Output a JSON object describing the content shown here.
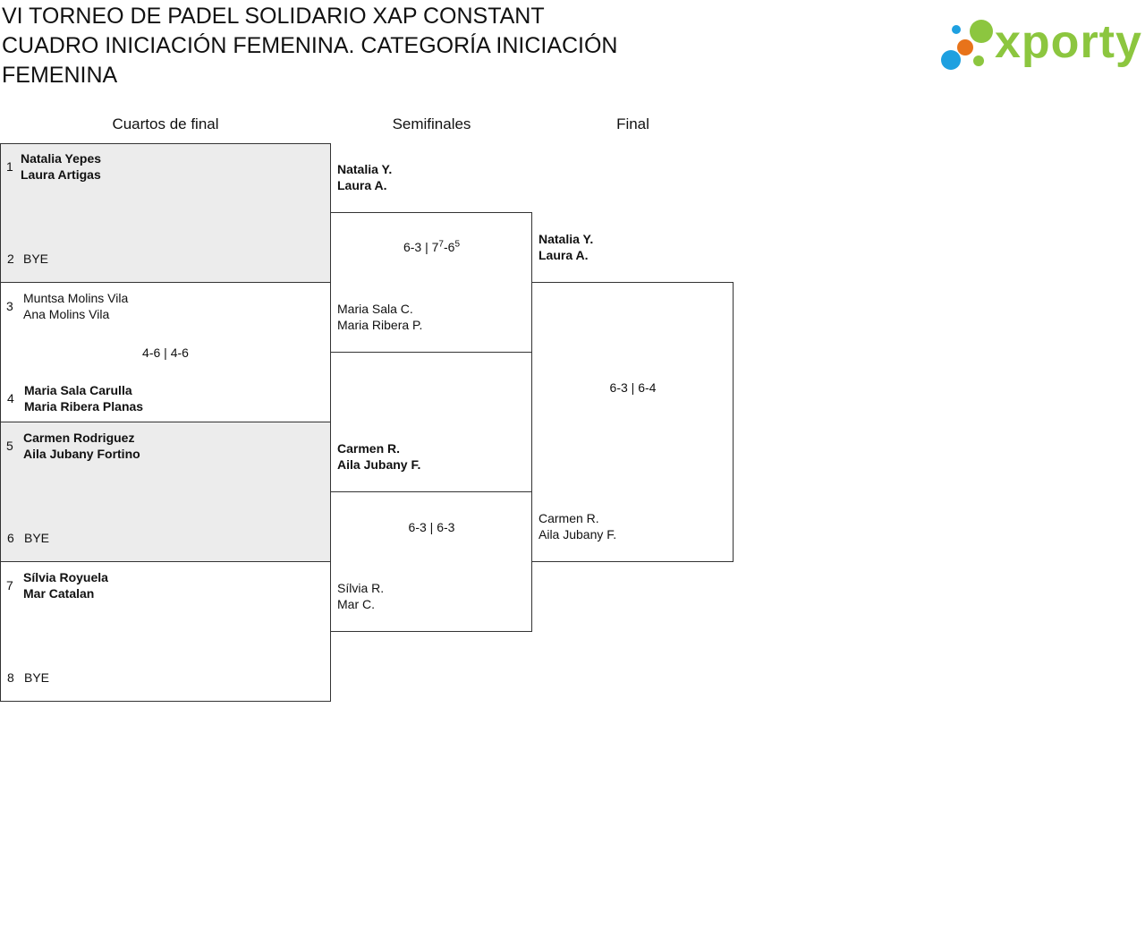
{
  "title": {
    "line1": "VI TORNEO DE PADEL SOLIDARIO XAP CONSTANT",
    "line2": "CUADRO INICIACIÓN FEMENINA. CATEGORÍA INICIACIÓN FEMENINA"
  },
  "logo": {
    "text": "xporty"
  },
  "rounds": [
    "Cuartos de final",
    "Semifinales",
    "Final"
  ],
  "quarterfinals": [
    {
      "seed": "1",
      "names": [
        "Natalia Yepes",
        "Laura Artigas"
      ]
    },
    {
      "seed": "2",
      "names": [
        "BYE"
      ]
    },
    {
      "seed": "3",
      "names": [
        "Muntsa Molins Vila",
        "Ana Molins Vila"
      ]
    },
    {
      "seed": "4",
      "names": [
        "Maria Sala Carulla",
        "Maria Ribera Planas"
      ]
    },
    {
      "seed": "5",
      "names": [
        "Carmen Rodriguez",
        "Aila Jubany Fortino"
      ]
    },
    {
      "seed": "6",
      "names": [
        "BYE"
      ]
    },
    {
      "seed": "7",
      "names": [
        "Sílvia Royuela",
        "Mar Catalan"
      ]
    },
    {
      "seed": "8",
      "names": [
        "BYE"
      ]
    }
  ],
  "qf_scores": {
    "match2": "4-6 | 4-6"
  },
  "semifinals": [
    {
      "names": [
        "Natalia Y.",
        "Laura A."
      ]
    },
    {
      "names": [
        "Maria Sala C.",
        "Maria Ribera P."
      ]
    },
    {
      "names": [
        "Carmen R.",
        "Aila Jubany F."
      ]
    },
    {
      "names": [
        "Sílvia R.",
        "Mar C."
      ]
    }
  ],
  "sf_scores": {
    "match1": {
      "a": "6-3 | 7",
      "a_sup": "7",
      "b": "-6",
      "b_sup": "5"
    },
    "match2": "6-3 | 6-3"
  },
  "final": [
    {
      "names": [
        "Natalia Y.",
        "Laura A."
      ]
    },
    {
      "names": [
        "Carmen R.",
        "Aila Jubany F."
      ]
    }
  ],
  "final_score": "6-3 | 6-4",
  "colors": {
    "logo_green": "#8cc63f",
    "logo_blue": "#1ea0e0",
    "logo_orange": "#e8731a",
    "shade": "#ececec"
  }
}
